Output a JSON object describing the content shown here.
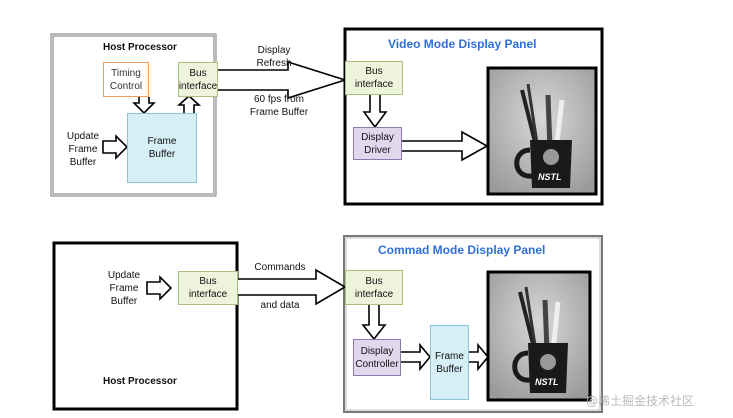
{
  "video_mode": {
    "host_title": "Host Processor",
    "timing_control": "Timing Control",
    "bus_interface_host": "Bus interface",
    "frame_buffer": "Frame Buffer",
    "update_frame_buffer": "Update Frame Buffer",
    "arrow_label_top": "Display Refresh",
    "arrow_label_bottom": "60 fps from Frame Buffer",
    "panel_title": "Video Mode Display Panel",
    "bus_interface_panel": "Bus interface",
    "display_driver": "Display Driver",
    "image_logo": "NSTL"
  },
  "command_mode": {
    "host_title": "Host Processor",
    "update_frame_buffer": "Update Frame Buffer",
    "bus_interface_host": "Bus interface",
    "arrow_label_top": "Commands",
    "arrow_label_bottom": "and data",
    "panel_title": "Commad Mode Display Panel",
    "bus_interface_panel": "Bus interface",
    "display_controller": "Display Controller",
    "frame_buffer": "Frame Buffer",
    "image_logo": "NSTL"
  },
  "watermark": "@稀土掘金技术社区",
  "colors": {
    "panel_title": "#2f6fd6",
    "bus": "#eef3dc",
    "frame_buffer": "#d6eef5",
    "driver": "#e2d8ee",
    "timing": "#f0a060"
  }
}
